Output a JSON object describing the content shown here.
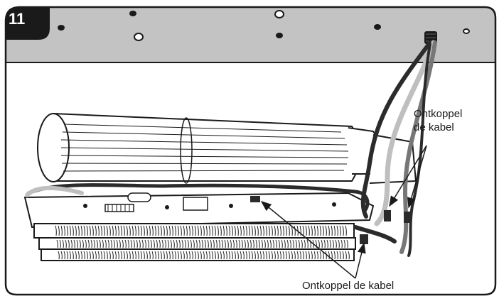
{
  "step": {
    "number": "11"
  },
  "callouts": {
    "right_line1": "Ontkoppel",
    "right_line2": "de kabel",
    "bottom": "Ontkoppel de kabel"
  },
  "colors": {
    "panel_gray": "#c3c3c3",
    "frame": "#1a1a1a",
    "badge": "#1a1a1a",
    "cable_dark": "#2b2b2b",
    "cable_light": "#bfbfbf",
    "background": "#ffffff"
  }
}
